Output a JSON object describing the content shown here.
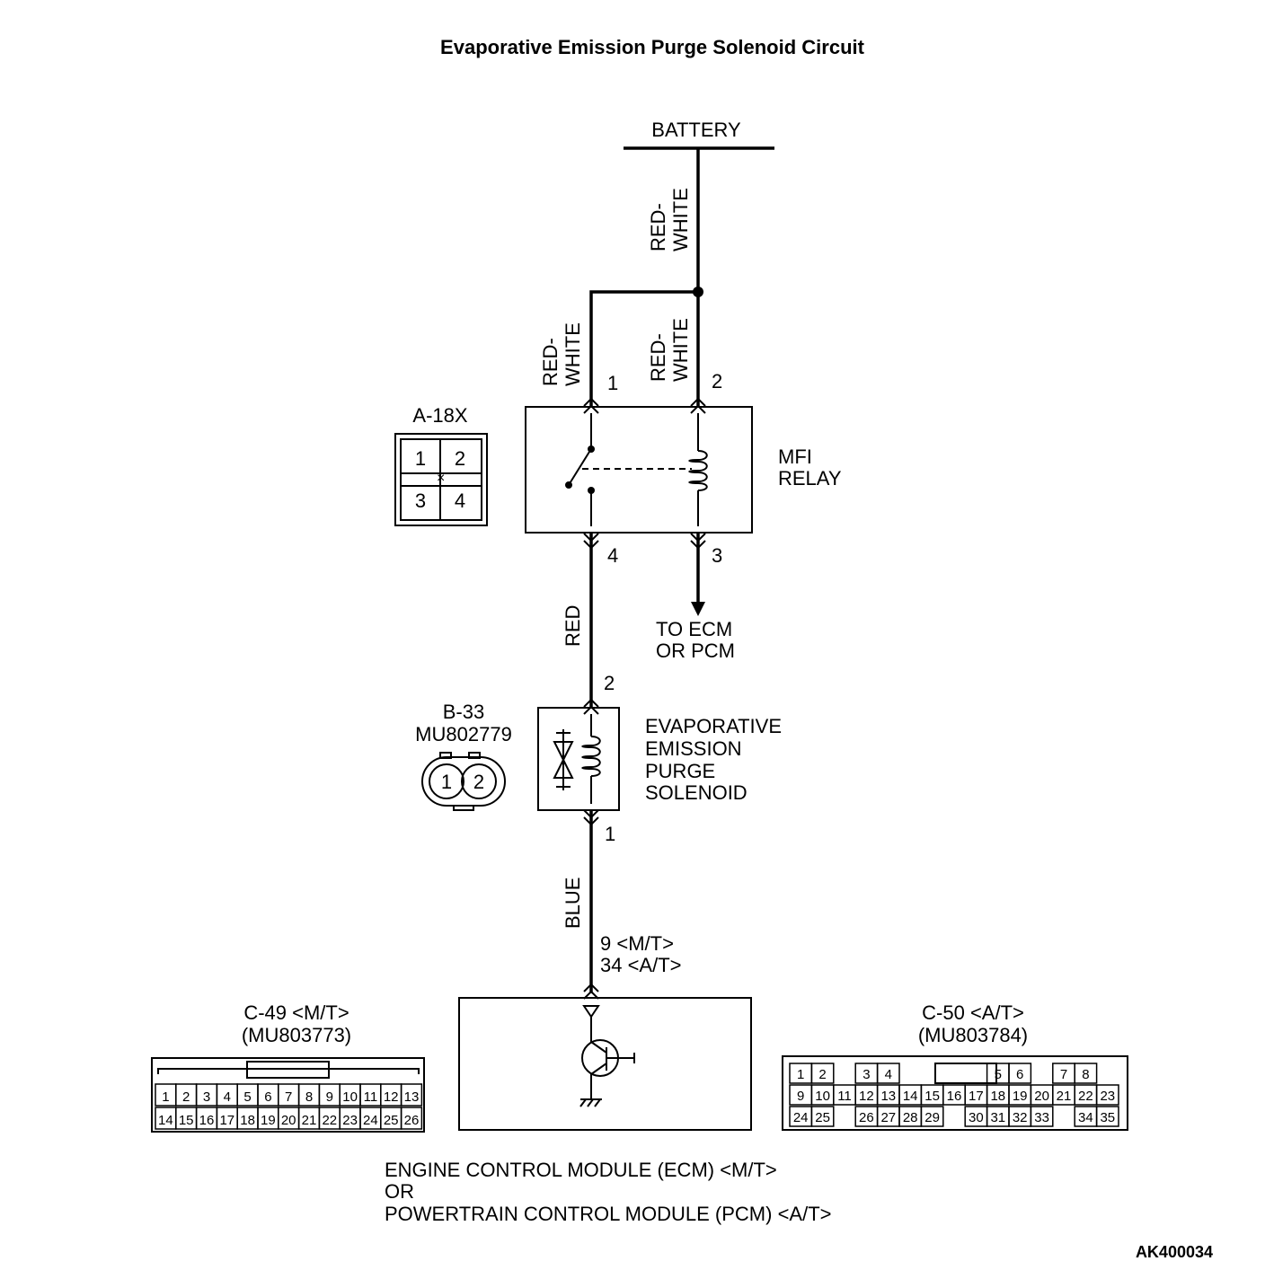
{
  "title": "Evaporative Emission Purge Solenoid Circuit",
  "battery_label": "BATTERY",
  "wires": {
    "battery_feed": [
      "RED-",
      "WHITE"
    ],
    "relay_pin1": [
      "RED-",
      "WHITE"
    ],
    "relay_pin2": [
      "RED-",
      "WHITE"
    ],
    "relay_to_solenoid": "RED",
    "solenoid_to_ecm": "BLUE"
  },
  "relay": {
    "name": [
      "MFI",
      "RELAY"
    ],
    "pin_top_left": "1",
    "pin_top_right": "2",
    "pin_bottom_left": "4",
    "pin_bottom_right": "3",
    "to_label": [
      "TO ECM",
      "OR PCM"
    ]
  },
  "connector_a18x": {
    "name": "A-18X",
    "pins": [
      "1",
      "2",
      "3",
      "4"
    ]
  },
  "solenoid": {
    "name": [
      "EVAPORATIVE",
      "EMISSION",
      "PURGE",
      "SOLENOID"
    ],
    "pin_top": "2",
    "pin_bottom": "1"
  },
  "connector_b33": {
    "name": [
      "B-33",
      "MU802779"
    ],
    "pins": [
      "1",
      "2"
    ]
  },
  "ecm_terminal": [
    "9 <M/T>",
    "34 <A/T>"
  ],
  "connector_c49": {
    "name": [
      "C-49 <M/T>",
      "(MU803773)"
    ],
    "row1": [
      "1",
      "2",
      "3",
      "4",
      "5",
      "6",
      "7",
      "8",
      "9",
      "10",
      "11",
      "12",
      "13"
    ],
    "row2": [
      "14",
      "15",
      "16",
      "17",
      "18",
      "19",
      "20",
      "21",
      "22",
      "23",
      "24",
      "25",
      "26"
    ]
  },
  "connector_c50": {
    "name": [
      "C-50 <A/T>",
      "(MU803784)"
    ],
    "row1": [
      "1",
      "2",
      "",
      "3",
      "4",
      "",
      "",
      "",
      "",
      "5",
      "6",
      "",
      "7",
      "8"
    ],
    "row2": [
      "9",
      "10",
      "11",
      "12",
      "13",
      "14",
      "15",
      "16",
      "17",
      "18",
      "19",
      "20",
      "21",
      "22",
      "23"
    ],
    "row3": [
      "24",
      "25",
      "",
      "26",
      "27",
      "28",
      "29",
      "",
      "30",
      "31",
      "32",
      "33",
      "",
      "34",
      "35"
    ]
  },
  "module_caption": [
    "ENGINE CONTROL MODULE (ECM) <M/T>",
    "OR",
    "POWERTRAIN CONTROL MODULE (PCM) <A/T>"
  ],
  "figure_id": "AK400034"
}
